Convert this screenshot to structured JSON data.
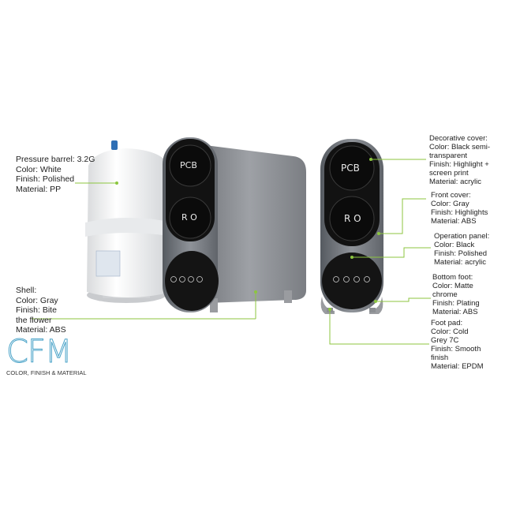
{
  "logo": {
    "big": "CFM",
    "sub": "COLOR, FINISH & MATERIAL"
  },
  "device": {
    "label_top": "PCB",
    "label_mid": "R O"
  },
  "callouts": {
    "pressure_barrel": [
      "Pressure barrel: 3.2G",
      "Color: White",
      "Finish: Polished",
      "Material: PP"
    ],
    "shell": [
      "Shell:",
      "Color: Gray",
      "Finish: Bite",
      "the flower",
      "Material: ABS"
    ],
    "decorative_cover": [
      "Decorative cover:",
      "Color: Black semi-",
      "transparent",
      "Finish: Highlight  +",
      "screen print",
      "Material: acrylic"
    ],
    "front_cover": [
      "Front cover:",
      "Color: Gray",
      "Finish: Highlights",
      "Material: ABS"
    ],
    "operation_panel": [
      "Operation panel:",
      "Color: Black",
      "Finish: Polished",
      "Material: acrylic"
    ],
    "bottom_foot": [
      "Bottom foot:",
      "Color: Matte",
      "chrome",
      "Finish: Plating",
      "Material: ABS"
    ],
    "foot_pad": [
      "Foot pad:",
      "Color: Cold",
      "Grey 7C",
      "Finish: Smooth",
      "finish",
      "Material: EPDM"
    ]
  },
  "colors": {
    "accent_line": "#8cc63f",
    "logo": "#4aa3c8",
    "shell": "#8a8d92",
    "panel": "#141414"
  }
}
